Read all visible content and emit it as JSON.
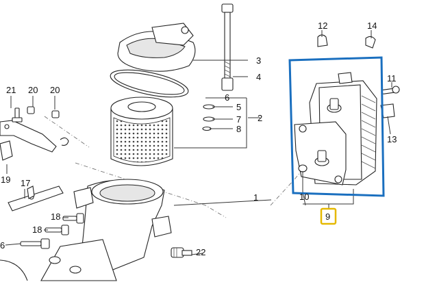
{
  "diagram": {
    "highlight_color": "#1a6fbf",
    "selected_color": "#e5b800",
    "callouts": [
      {
        "id": "c1",
        "label": "1"
      },
      {
        "id": "c2",
        "label": "2"
      },
      {
        "id": "c3",
        "label": "3"
      },
      {
        "id": "c4",
        "label": "4"
      },
      {
        "id": "c5",
        "label": "5"
      },
      {
        "id": "c6",
        "label": "6"
      },
      {
        "id": "c7",
        "label": "7"
      },
      {
        "id": "c8",
        "label": "8"
      },
      {
        "id": "c9",
        "label": "9"
      },
      {
        "id": "c10",
        "label": "10"
      },
      {
        "id": "c11",
        "label": "11"
      },
      {
        "id": "c12",
        "label": "12"
      },
      {
        "id": "c13",
        "label": "13"
      },
      {
        "id": "c14",
        "label": "14"
      },
      {
        "id": "c15",
        "label": "6"
      },
      {
        "id": "c16",
        "label": "17"
      },
      {
        "id": "c17",
        "label": "18"
      },
      {
        "id": "c18",
        "label": "18"
      },
      {
        "id": "c19",
        "label": "19"
      },
      {
        "id": "c20",
        "label": "20"
      },
      {
        "id": "c21",
        "label": "20"
      },
      {
        "id": "c22",
        "label": "21"
      },
      {
        "id": "c23",
        "label": "22"
      }
    ]
  }
}
